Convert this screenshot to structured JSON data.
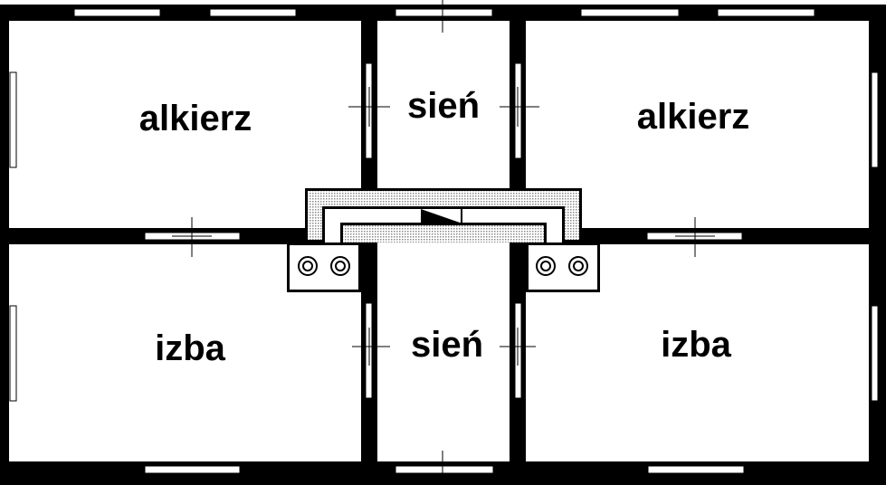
{
  "rooms": {
    "top_left": "alkierz",
    "top_center": "sień",
    "top_right": "alkierz",
    "bottom_left": "izba",
    "bottom_center": "sień",
    "bottom_right": "izba"
  },
  "colors": {
    "wall": "#000000",
    "background": "#ffffff",
    "chimney_fill": "#c8c8c8"
  }
}
